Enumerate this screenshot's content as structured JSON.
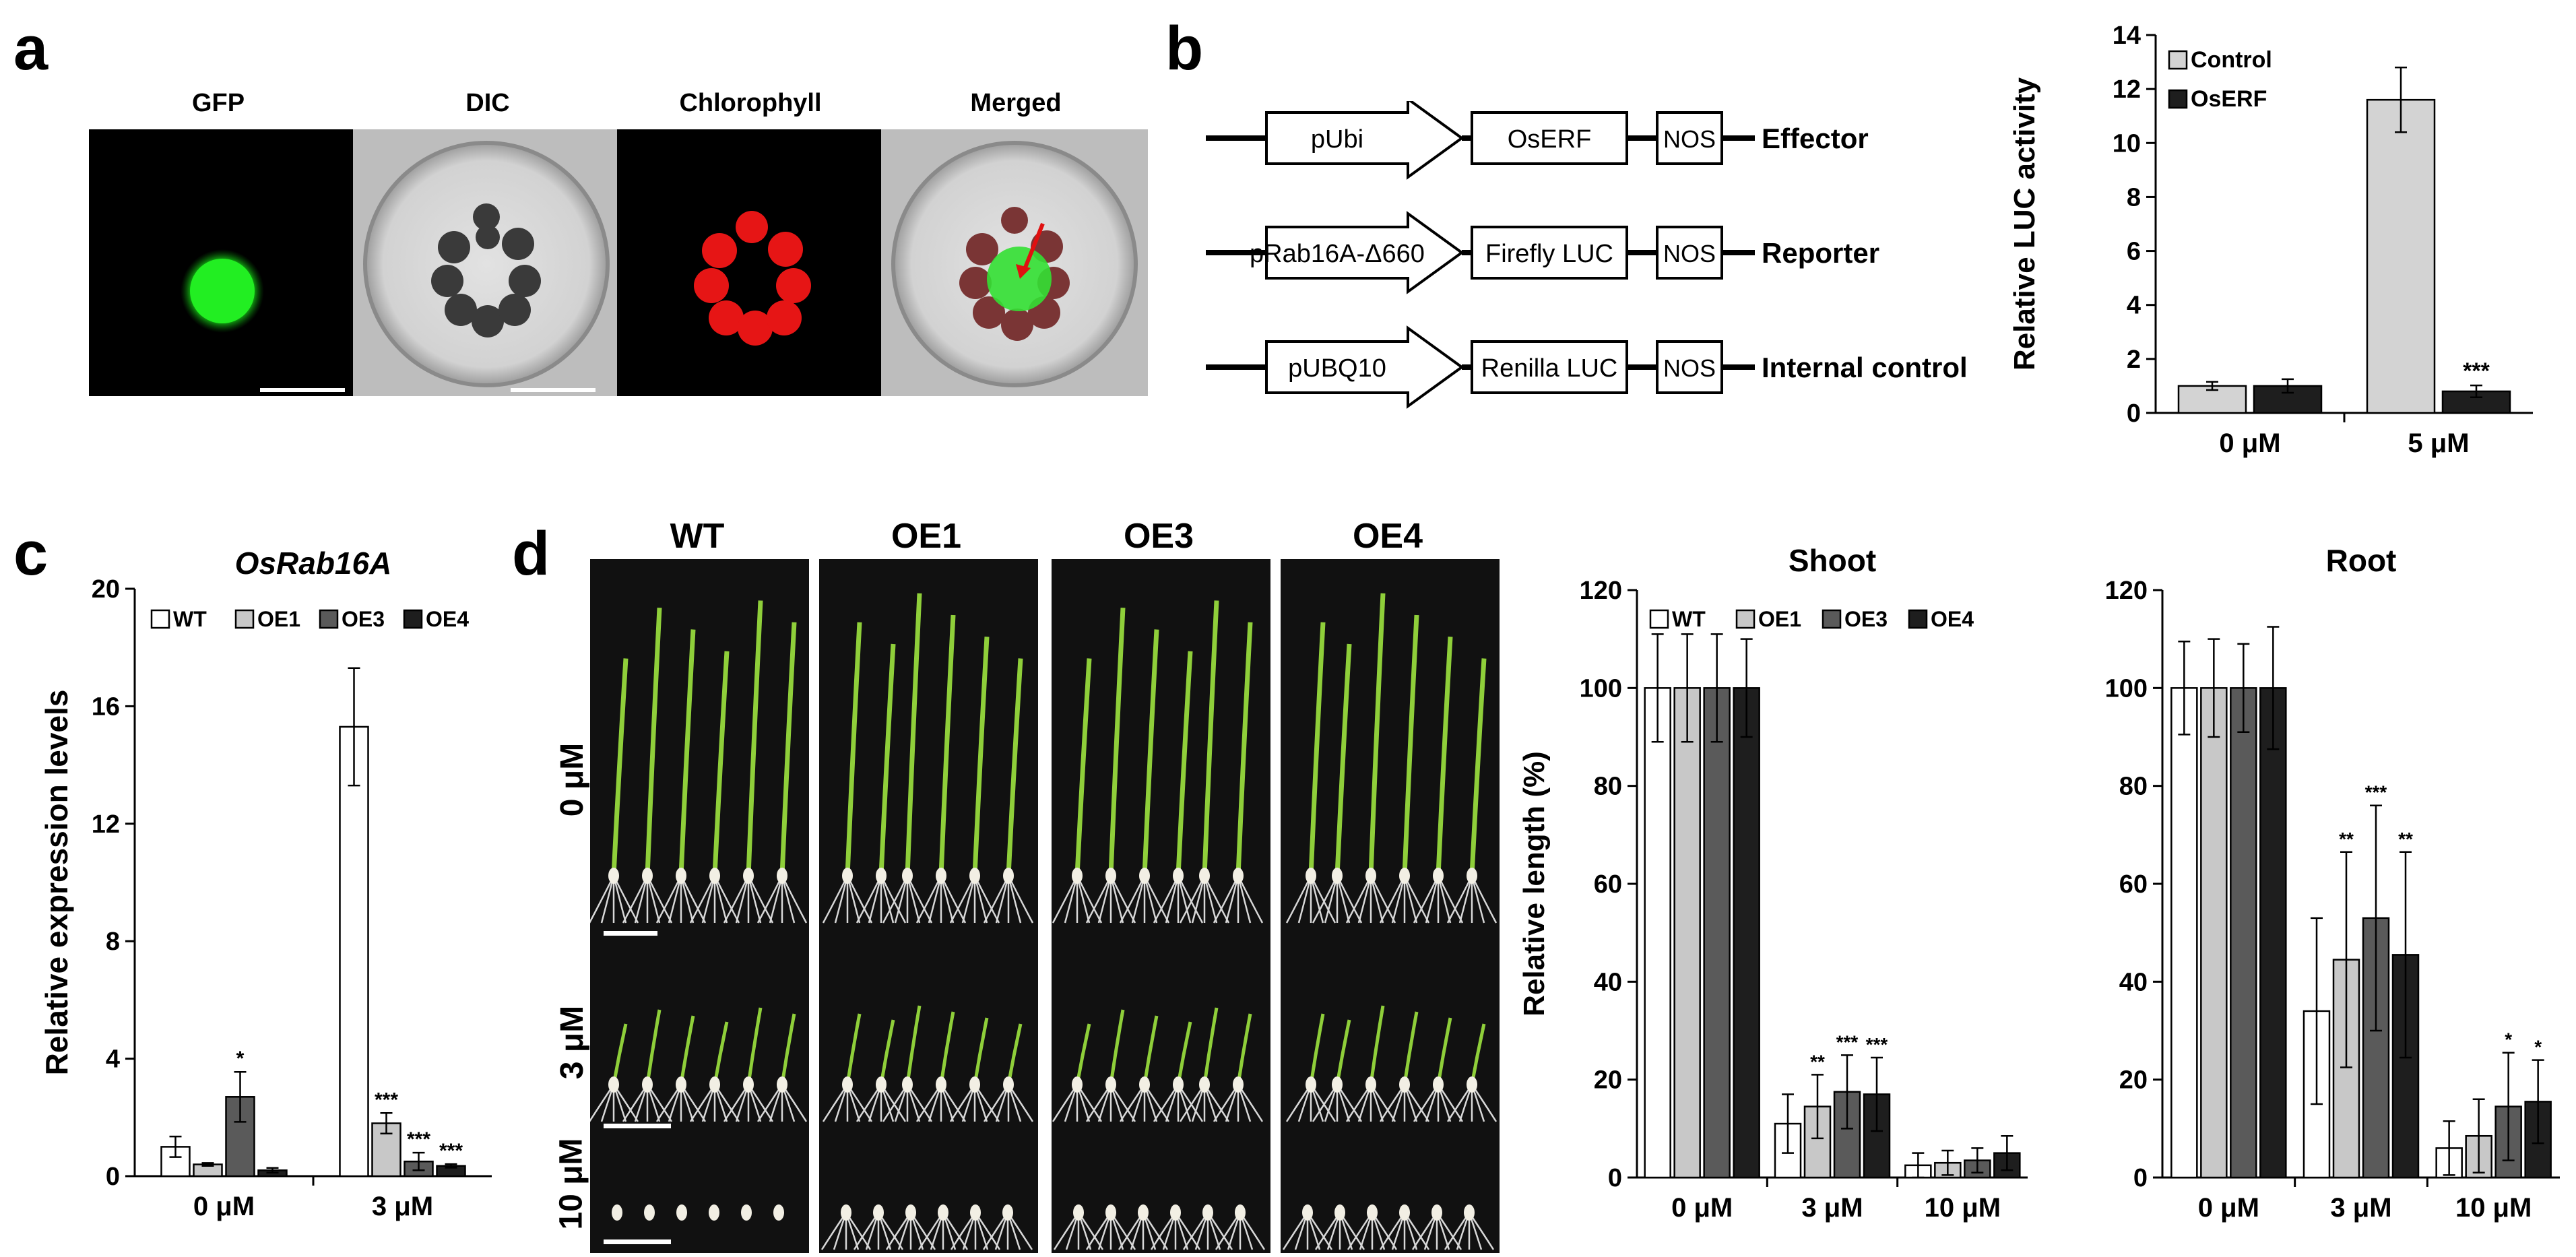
{
  "panel_labels": {
    "a": "a",
    "b": "b",
    "c": "c",
    "d": "d"
  },
  "panel_a": {
    "titles": [
      "GFP",
      "DIC",
      "Chlorophyll",
      "Merged"
    ]
  },
  "panel_b_construct": {
    "rows": [
      {
        "promoter": "pUbi",
        "gene": "OsERF",
        "term": "NOS",
        "role": "Effector"
      },
      {
        "promoter": "pRab16A-Δ660",
        "gene": "Firefly LUC",
        "term": "NOS",
        "role": "Reporter"
      },
      {
        "promoter": "pUBQ10",
        "gene": "Renilla LUC",
        "term": "NOS",
        "role": "Internal control"
      }
    ]
  },
  "panel_d_photo": {
    "columns": [
      "WT",
      "OE1",
      "OE3",
      "OE4"
    ],
    "rows": [
      "0 μM",
      "3 μM",
      "10 μM"
    ]
  },
  "chart_data": [
    {
      "id": "b-luc",
      "type": "bar",
      "title": "",
      "ylabel": "Relative LUC activity",
      "xlabel": "",
      "ylim": [
        0,
        14
      ],
      "yticks": [
        0,
        2,
        4,
        6,
        8,
        10,
        12,
        14
      ],
      "categories": [
        "0 μM",
        "5 μM"
      ],
      "legend": "top-left",
      "series": [
        {
          "name": "Control",
          "color": "#d3d3d3",
          "values": [
            1.0,
            11.6
          ],
          "errors": [
            0.15,
            1.2
          ],
          "sig": [
            "",
            ""
          ]
        },
        {
          "name": "OsERF",
          "color": "#1e1e1e",
          "values": [
            1.0,
            0.8
          ],
          "errors": [
            0.25,
            0.22
          ],
          "sig": [
            "",
            "***"
          ]
        }
      ]
    },
    {
      "id": "c-expr",
      "type": "bar",
      "title": "OsRab16A",
      "ylabel": "Relative expression levels",
      "xlabel": "",
      "ylim": [
        0,
        20
      ],
      "yticks": [
        0,
        4,
        8,
        12,
        16,
        20
      ],
      "categories": [
        "0 μM",
        "3 μM"
      ],
      "legend": "top",
      "series": [
        {
          "name": "WT",
          "color": "#ffffff",
          "values": [
            1.0,
            15.3
          ],
          "errors": [
            0.35,
            2.0
          ],
          "sig": [
            "",
            ""
          ]
        },
        {
          "name": "OE1",
          "color": "#c8c8c8",
          "values": [
            0.4,
            1.8
          ],
          "errors": [
            0.05,
            0.35
          ],
          "sig": [
            "",
            "***"
          ]
        },
        {
          "name": "OE3",
          "color": "#5a5a5a",
          "values": [
            2.7,
            0.5
          ],
          "errors": [
            0.85,
            0.3
          ],
          "sig": [
            "*",
            "***"
          ]
        },
        {
          "name": "OE4",
          "color": "#1e1e1e",
          "values": [
            0.2,
            0.35
          ],
          "errors": [
            0.08,
            0.06
          ],
          "sig": [
            "",
            "***"
          ]
        }
      ]
    },
    {
      "id": "d-shoot",
      "type": "bar",
      "title": "Shoot",
      "ylabel": "Relative length (%)",
      "xlabel": "",
      "ylim": [
        0,
        120
      ],
      "yticks": [
        0,
        20,
        40,
        60,
        80,
        100,
        120
      ],
      "categories": [
        "0 μM",
        "3 μM",
        "10 μM"
      ],
      "legend": "top",
      "series": [
        {
          "name": "WT",
          "color": "#ffffff",
          "values": [
            100,
            11,
            2.5
          ],
          "errors": [
            11,
            6,
            2.5
          ],
          "sig": [
            "",
            "",
            ""
          ]
        },
        {
          "name": "OE1",
          "color": "#c8c8c8",
          "values": [
            100,
            14.5,
            3
          ],
          "errors": [
            11,
            6.5,
            2.5
          ],
          "sig": [
            "",
            "**",
            ""
          ]
        },
        {
          "name": "OE3",
          "color": "#5a5a5a",
          "values": [
            100,
            17.5,
            3.5
          ],
          "errors": [
            11,
            7.5,
            2.5
          ],
          "sig": [
            "",
            "***",
            ""
          ]
        },
        {
          "name": "OE4",
          "color": "#1e1e1e",
          "values": [
            100,
            17,
            5
          ],
          "errors": [
            10,
            7.5,
            3.5
          ],
          "sig": [
            "",
            "***",
            ""
          ]
        }
      ]
    },
    {
      "id": "d-root",
      "type": "bar",
      "title": "Root",
      "ylabel": "",
      "xlabel": "",
      "ylim": [
        0,
        120
      ],
      "yticks": [
        0,
        20,
        40,
        60,
        80,
        100,
        120
      ],
      "categories": [
        "0 μM",
        "3 μM",
        "10 μM"
      ],
      "legend": "none",
      "series": [
        {
          "name": "WT",
          "color": "#ffffff",
          "values": [
            100,
            34,
            6
          ],
          "errors": [
            9.5,
            19,
            5.5
          ],
          "sig": [
            "",
            "",
            ""
          ]
        },
        {
          "name": "OE1",
          "color": "#c8c8c8",
          "values": [
            100,
            44.5,
            8.5
          ],
          "errors": [
            10,
            22,
            7.5
          ],
          "sig": [
            "",
            "**",
            ""
          ]
        },
        {
          "name": "OE3",
          "color": "#5a5a5a",
          "values": [
            100,
            53,
            14.5
          ],
          "errors": [
            9,
            23,
            11
          ],
          "sig": [
            "",
            "***",
            "*"
          ]
        },
        {
          "name": "OE4",
          "color": "#1e1e1e",
          "values": [
            100,
            45.5,
            15.5
          ],
          "errors": [
            12.5,
            21,
            8.5
          ],
          "sig": [
            "",
            "**",
            "*"
          ]
        }
      ]
    }
  ]
}
